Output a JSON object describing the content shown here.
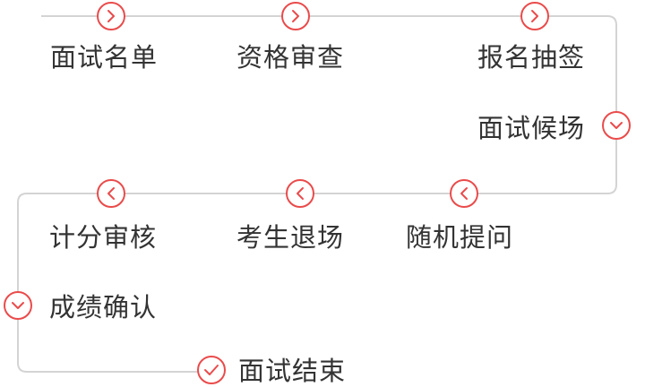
{
  "flow": {
    "accent_color": "#ea4b4b",
    "line_color": "#d4d4d4",
    "steps": [
      {
        "label": "面试名单",
        "icon": "chevron-right-icon"
      },
      {
        "label": "资格审查",
        "icon": "chevron-right-icon"
      },
      {
        "label": "报名抽签",
        "icon": "chevron-right-icon"
      },
      {
        "label": "面试候场",
        "icon": "chevron-down-icon"
      },
      {
        "label": "随机提问",
        "icon": "chevron-left-icon"
      },
      {
        "label": "考生退场",
        "icon": "chevron-left-icon"
      },
      {
        "label": "计分审核",
        "icon": "chevron-left-icon"
      },
      {
        "label": "成绩确认",
        "icon": "chevron-down-icon"
      },
      {
        "label": "面试结束",
        "icon": "checkmark-icon"
      }
    ]
  }
}
